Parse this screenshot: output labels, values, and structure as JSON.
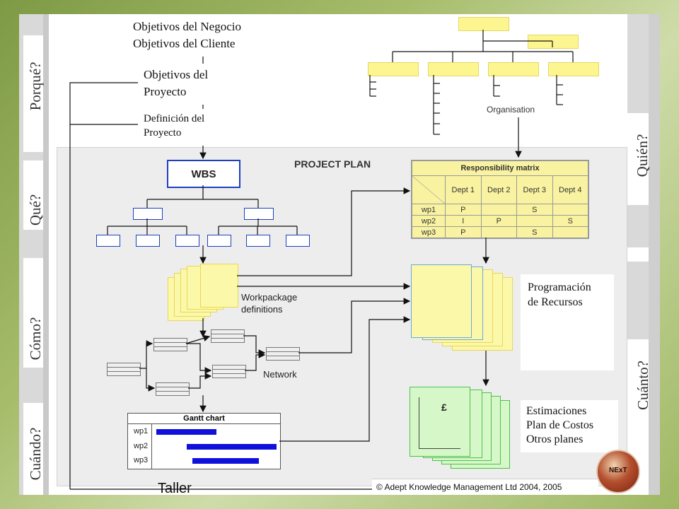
{
  "side_labels": {
    "porque": "Porqué?",
    "que": "Qué?",
    "como": "Cómo?",
    "cuando": "Cuándo?",
    "quien": "Quién?",
    "cuanto": "Cuánto?"
  },
  "top_boxes": {
    "negocio_line1": "Objetivos del Negocio",
    "negocio_line2": "Objetivos del Cliente",
    "proyecto_line1": "Objetivos del",
    "proyecto_line2": "Proyecto",
    "definicion_line1": "Definición del",
    "definicion_line2": "Proyecto"
  },
  "plan_title": "PROJECT PLAN",
  "wbs_label": "WBS",
  "organisation_label": "Organisation",
  "workpackage_line1": "Workpackage",
  "workpackage_line2": "definitions",
  "network_label": "Network",
  "responsibility_matrix": {
    "title": "Responsibility matrix",
    "columns": [
      "Dept 1",
      "Dept 2",
      "Dept 3",
      "Dept 4"
    ],
    "rows": [
      {
        "label": "wp1",
        "cells": [
          "P",
          "",
          "S",
          ""
        ]
      },
      {
        "label": "wp2",
        "cells": [
          "I",
          "P",
          "",
          "S"
        ]
      },
      {
        "label": "wp3",
        "cells": [
          "P",
          "",
          "S",
          ""
        ]
      }
    ]
  },
  "programacion_line1": "Programación",
  "programacion_line2": "de  Recursos",
  "cost_symbol": "£",
  "estimaciones_line1": "Estimaciones",
  "estimaciones_line2": "Plan de Costos",
  "estimaciones_line3": "Otros planes",
  "gantt": {
    "title": "Gantt chart",
    "rows": [
      {
        "label": "wp1",
        "start": 0.0,
        "end": 0.5
      },
      {
        "label": "wp2",
        "start": 0.25,
        "end": 1.0
      },
      {
        "label": "wp3",
        "start": 0.3,
        "end": 0.85
      }
    ]
  },
  "footer_left": "Taller",
  "copyright": "© Adept Knowledge Management Ltd 2004, 2005",
  "logo_text": "NExT",
  "colors": {
    "yellow": "#fdf58f",
    "blue": "#1f3fbf",
    "green": "#d6f7c8",
    "gantt_bar": "#1010dd"
  }
}
